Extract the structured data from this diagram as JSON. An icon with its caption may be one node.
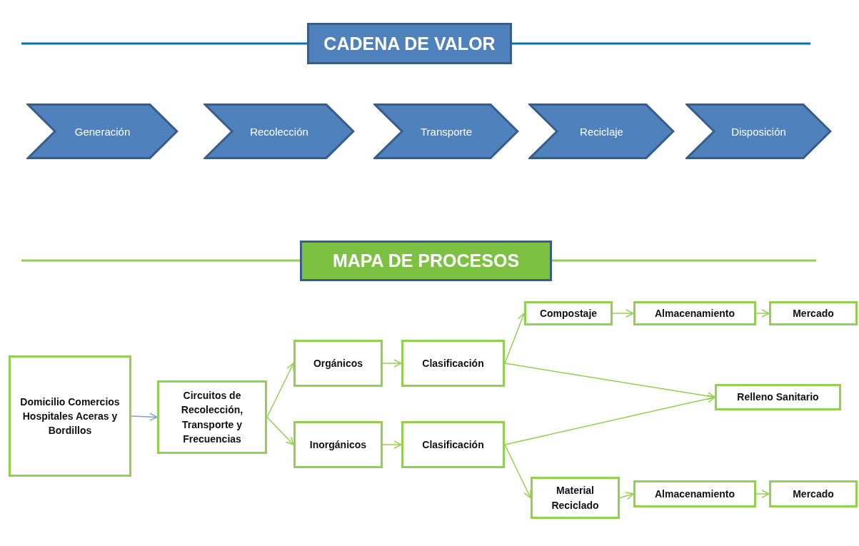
{
  "diagram": {
    "nodes": [
      {
        "text": [
          "CADENA DE VALOR"
        ]
      },
      {
        "text": [
          "Generación"
        ]
      },
      {
        "text": [
          "Recolección"
        ]
      },
      {
        "text": [
          "Transporte"
        ]
      },
      {
        "text": [
          "Reciclaje"
        ]
      },
      {
        "text": [
          "Disposición"
        ]
      },
      {
        "text": [
          "MAPA DE PROCESOS"
        ]
      },
      {
        "text": [
          "Domicilio Comercios Hospitales Aceras y Bordillos"
        ]
      },
      {
        "text": [
          "Circuitos de Recolección, Transporte y Frecuencias"
        ]
      },
      {
        "text": [
          "Orgánicos"
        ]
      },
      {
        "text": [
          "Inorgánicos"
        ]
      },
      {
        "text": [
          "Clasificación"
        ]
      },
      {
        "text": [
          "Clasificación"
        ]
      },
      {
        "text": [
          "Compostaje"
        ]
      },
      {
        "text": [
          "Almacenamiento"
        ]
      },
      {
        "text": [
          "Mercado"
        ]
      },
      {
        "text": [
          "Relleno Sanitario"
        ]
      },
      {
        "text": [
          "Material Reciclado"
        ]
      },
      {
        "text": [
          "Almacenamiento"
        ]
      },
      {
        "text": [
          "Mercado"
        ]
      }
    ],
    "edges": [
      {
        "from": 7,
        "to": 8,
        "arrow": "to",
        "color": "#7f9fd3"
      },
      {
        "from": 8,
        "to": 9,
        "arrow": "to"
      },
      {
        "from": 8,
        "to": 10,
        "arrow": "to"
      },
      {
        "from": 9,
        "to": 11,
        "arrow": "to"
      },
      {
        "from": 10,
        "to": 12,
        "arrow": "to"
      },
      {
        "from": 11,
        "to": 13,
        "arrow": "to"
      },
      {
        "from": 11,
        "to": 16,
        "arrow": "to"
      },
      {
        "from": 12,
        "to": 16,
        "arrow": "to"
      },
      {
        "from": 12,
        "to": 17,
        "arrow": "to"
      },
      {
        "from": 13,
        "to": 14,
        "arrow": "to"
      },
      {
        "from": 14,
        "to": 15,
        "arrow": "to"
      },
      {
        "from": 17,
        "to": 18,
        "arrow": "to"
      },
      {
        "from": 18,
        "to": 19,
        "arrow": "to"
      }
    ]
  }
}
